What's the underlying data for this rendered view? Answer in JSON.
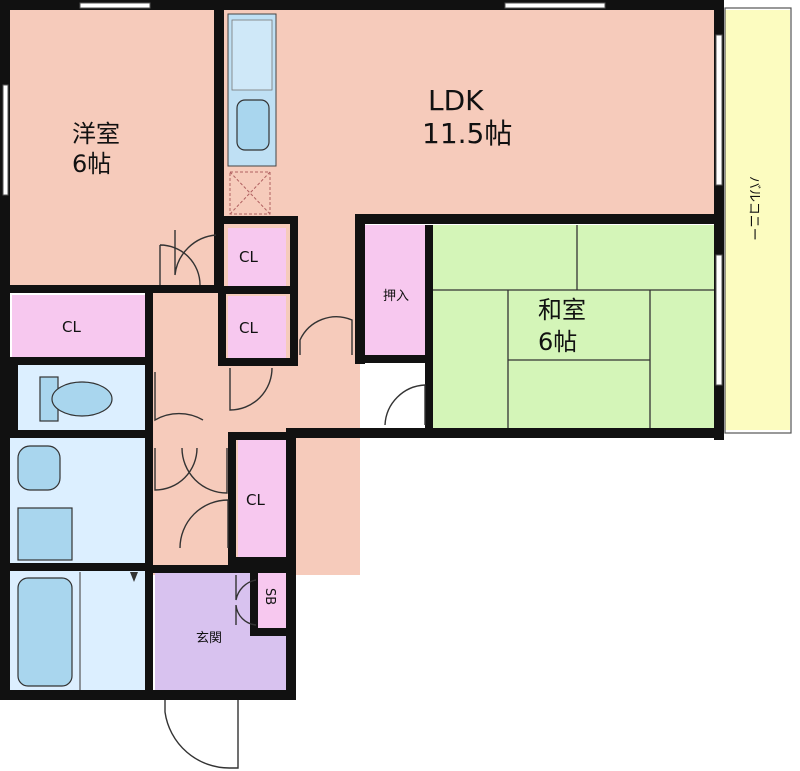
{
  "rooms": {
    "western": {
      "name": "洋室",
      "size": "6帖"
    },
    "ldk": {
      "name": "LDK",
      "size": "11.5帖"
    },
    "japanese": {
      "name": "和室",
      "size": "6帖"
    },
    "closet": "CL",
    "oshiire": "押入",
    "balcony": "バルコニー",
    "shoebox": "SB",
    "entrance": "玄関"
  },
  "colors": {
    "ldk": "#f6cbbb",
    "western": "#f6cbbb",
    "hall": "#f6cbbb",
    "closet": "#f7c8ef",
    "japanese": "#d4f5b8",
    "balcony": "#fcfcc0",
    "wet": "#dcefff",
    "fixture": "#a9d6ee",
    "entrance": "#d8c2ef"
  }
}
